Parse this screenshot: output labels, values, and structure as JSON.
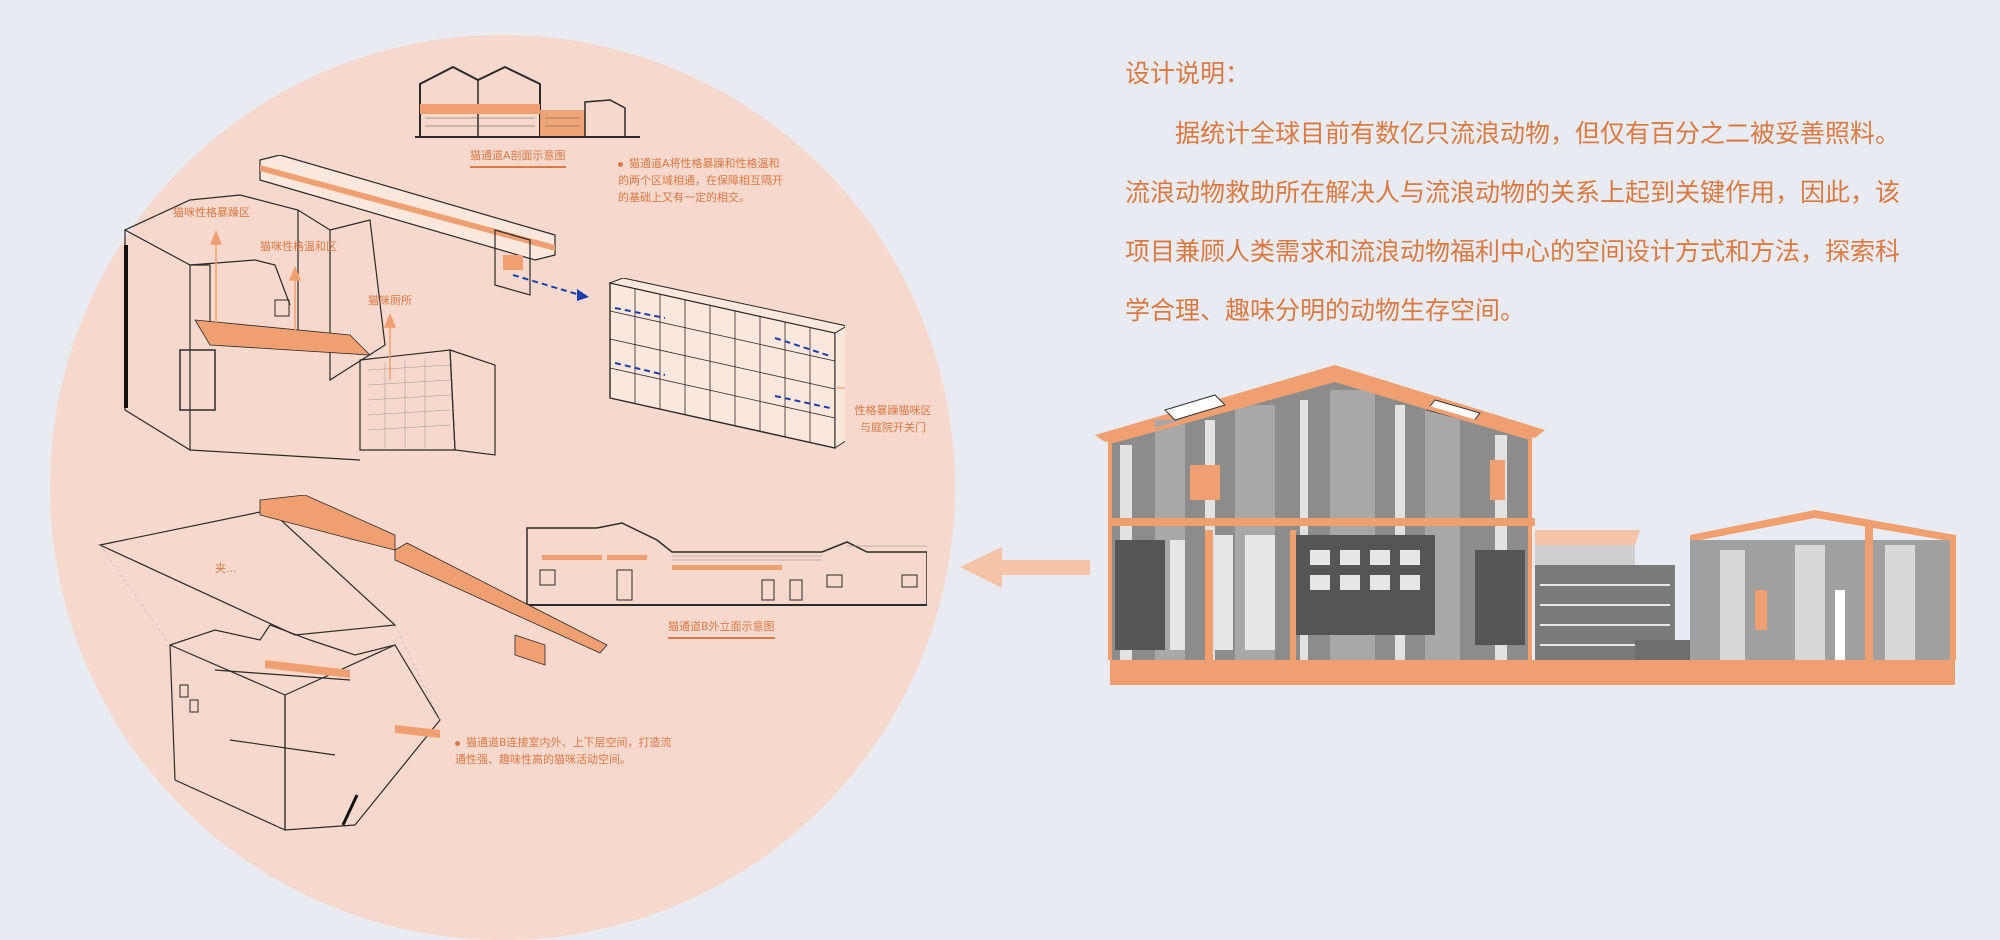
{
  "description": {
    "title": "设计说明：",
    "body": "据统计全球目前有数亿只流浪动物，但仅有百分之二被妥善照料。流浪动物救助所在解决人与流浪动物的关系上起到关键作用，因此，该项目兼顾人类需求和流浪动物福利中心的空间设计方式和方法，探索科学合理、趣味分明的动物生存空间。"
  },
  "labels": {
    "channel_a_section": "猫通道A剖面示意图",
    "channel_a_note": "猫通道A将性格暴躁和性格温和的两个区域相通，在保障相互隔开的基础上又有一定的相交。",
    "cat_aggressive_zone": "猫咪性格暴躁区",
    "cat_gentle_zone": "猫咪性格温和区",
    "cat_toilet": "猫咪厕所",
    "aggressive_courtyard_door": "性格暴躁猫咪区与庭院开关门",
    "small_mark": "夹...",
    "channel_b_elevation": "猫通道B外立面示意图",
    "channel_b_note": "猫通道B连接室内外、上下层空间，打造流通性强、趣味性高的猫咪活动空间。"
  },
  "colors": {
    "background": "#e9ebf2",
    "circle": "#f6d8cc",
    "accent": "#d97a43",
    "section_fill": "#f0a070",
    "arrow": "#f6c3a8",
    "interior": "#9a9a9a",
    "line": "#2a2a2a"
  }
}
